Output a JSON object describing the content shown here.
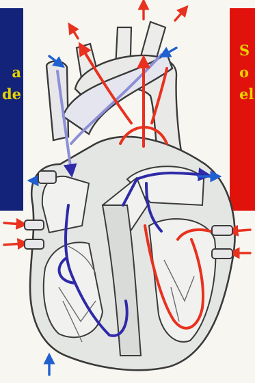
{
  "left_panel": {
    "lines": [
      "a",
      "de"
    ],
    "background": "#13237a",
    "text_color": "#e6d200"
  },
  "right_panel": {
    "lines": [
      "S",
      "o",
      "el"
    ],
    "background": "#e1120c",
    "text_color": "#e6d200"
  },
  "colors": {
    "oxygenated_flow": "#e8311e",
    "deoxygenated_flow": "#2e2aa8",
    "deoxygenated_light": "#8d8fd6",
    "indicator_blue": "#1f5fd0",
    "indicator_red": "#e8311e",
    "outline": "#3a3a3a",
    "tissue": "#d9dbd8"
  },
  "icons": [
    "heart-cross-section-diagram",
    "flow-arrow-icon"
  ]
}
